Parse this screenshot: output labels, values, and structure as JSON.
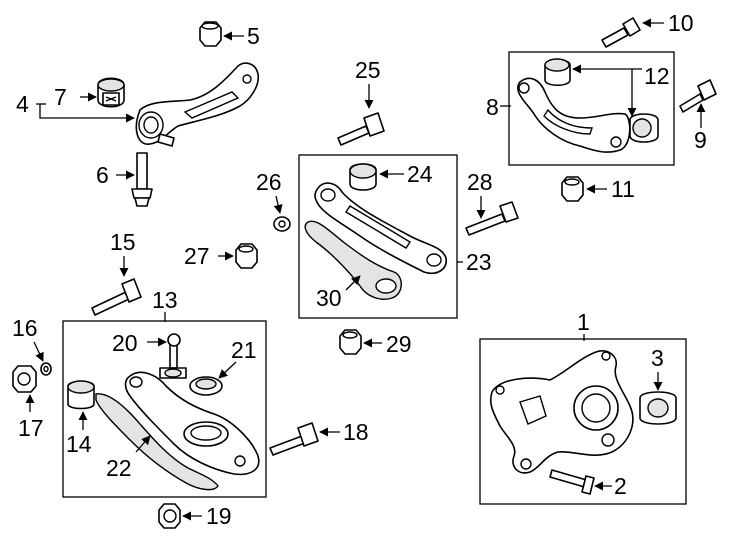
{
  "callouts": {
    "c1": "1",
    "c2": "2",
    "c3": "3",
    "c4": "4",
    "c5": "5",
    "c6": "6",
    "c7": "7",
    "c8": "8",
    "c9": "9",
    "c10": "10",
    "c11": "11",
    "c12": "12",
    "c13": "13",
    "c14": "14",
    "c15": "15",
    "c16": "16",
    "c17": "17",
    "c18": "18",
    "c19": "19",
    "c20": "20",
    "c21": "21",
    "c22": "22",
    "c23": "23",
    "c24": "24",
    "c25": "25",
    "c26": "26",
    "c27": "27",
    "c28": "28",
    "c29": "29",
    "c30": "30"
  },
  "colors": {
    "line": "#000000",
    "background": "#ffffff",
    "shade": "#e4e4e4"
  }
}
